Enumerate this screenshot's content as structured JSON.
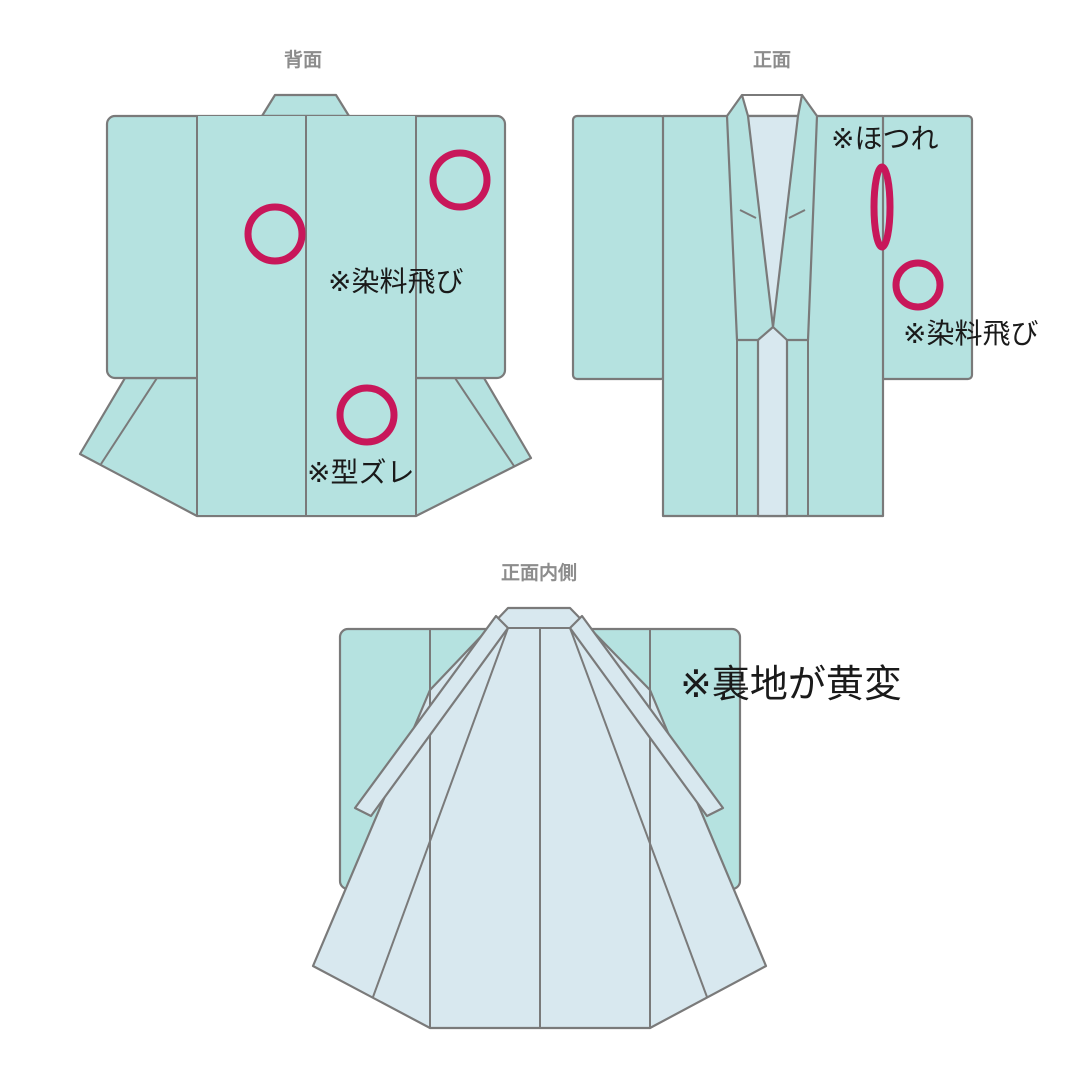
{
  "views": {
    "back": {
      "title": "背面"
    },
    "front": {
      "title": "正面"
    },
    "inner": {
      "title": "正面内側"
    }
  },
  "annotations": {
    "dye_splash": "※染料飛び",
    "pattern_shift": "※型ズレ",
    "fraying": "※ほつれ",
    "lining_yellowing": "※裏地が黄変"
  },
  "colors": {
    "fabric": "#b5e2e0",
    "lining": "#d8e8ef",
    "outline": "#7a7a7a",
    "marker": "#c8175a"
  }
}
